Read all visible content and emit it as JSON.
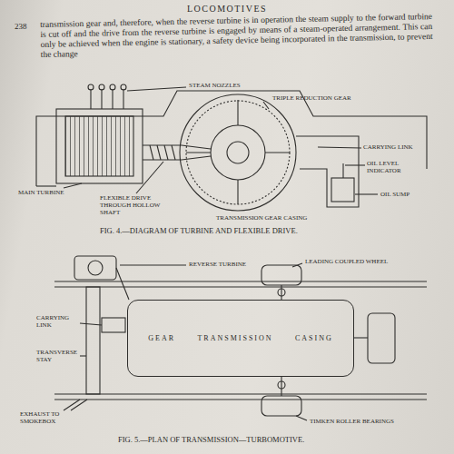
{
  "diagram": {
    "nodes": [
      {
        "text": [
          "GEAR",
          "TRANSMISSION",
          "CASING"
        ]
      }
    ],
    "labels": [
      "LOCOMOTIVES",
      "238",
      "transmission gear and, therefore, when the reverse turbine is in operation the steam supply to the forward turbine is cut off and the drive from the reverse turbine is engaged by means of a steam-operated arrangement. This can only be achieved when the engine is stationary, a safety device being incorporated in the transmission, to prevent the change",
      "STEAM NOZZLES",
      "TRIPLE REDUCTION GEAR",
      "MAIN TURBINE",
      "FLEXIBLE DRIVE THROUGH HOLLOW SHAFT",
      "CARRYING LINK",
      "OIL LEVEL INDICATOR",
      "OIL SUMP",
      "TRANSMISSION GEAR CASING",
      "REVERSE TURBINE",
      "LEADING COUPLED WHEEL",
      "CARRYING LINK",
      "TRANSVERSE STAY",
      "EXHAUST TO SMOKEBOX",
      "TIMKEN ROLLER BEARINGS",
      "FIG. 4.—DIAGRAM OF TURBINE AND FLEXIBLE DRIVE.",
      "FIG. 5.—PLAN OF TRANSMISSION—TURBOMOTIVE."
    ]
  }
}
